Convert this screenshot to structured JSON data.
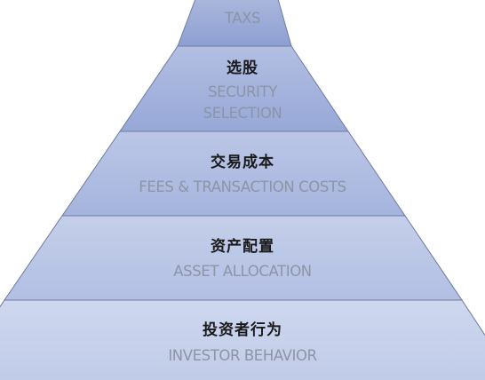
{
  "pyramid": {
    "colors": {
      "edge": "#6e7b9e",
      "tier_top": "#9aaad6",
      "tier_bottom": "#cfd8ee"
    },
    "tiers": [
      {
        "zh": "",
        "en": "TAXS"
      },
      {
        "zh": "选股",
        "en_line1": "SECURITY",
        "en_line2": "SELECTION"
      },
      {
        "zh": "交易成本",
        "en": "FEES & TRANSACTION COSTS"
      },
      {
        "zh": "资产配置",
        "en": "ASSET ALLOCATION"
      },
      {
        "zh": "投资者行为",
        "en": "INVESTOR BEHAVIOR"
      }
    ]
  }
}
